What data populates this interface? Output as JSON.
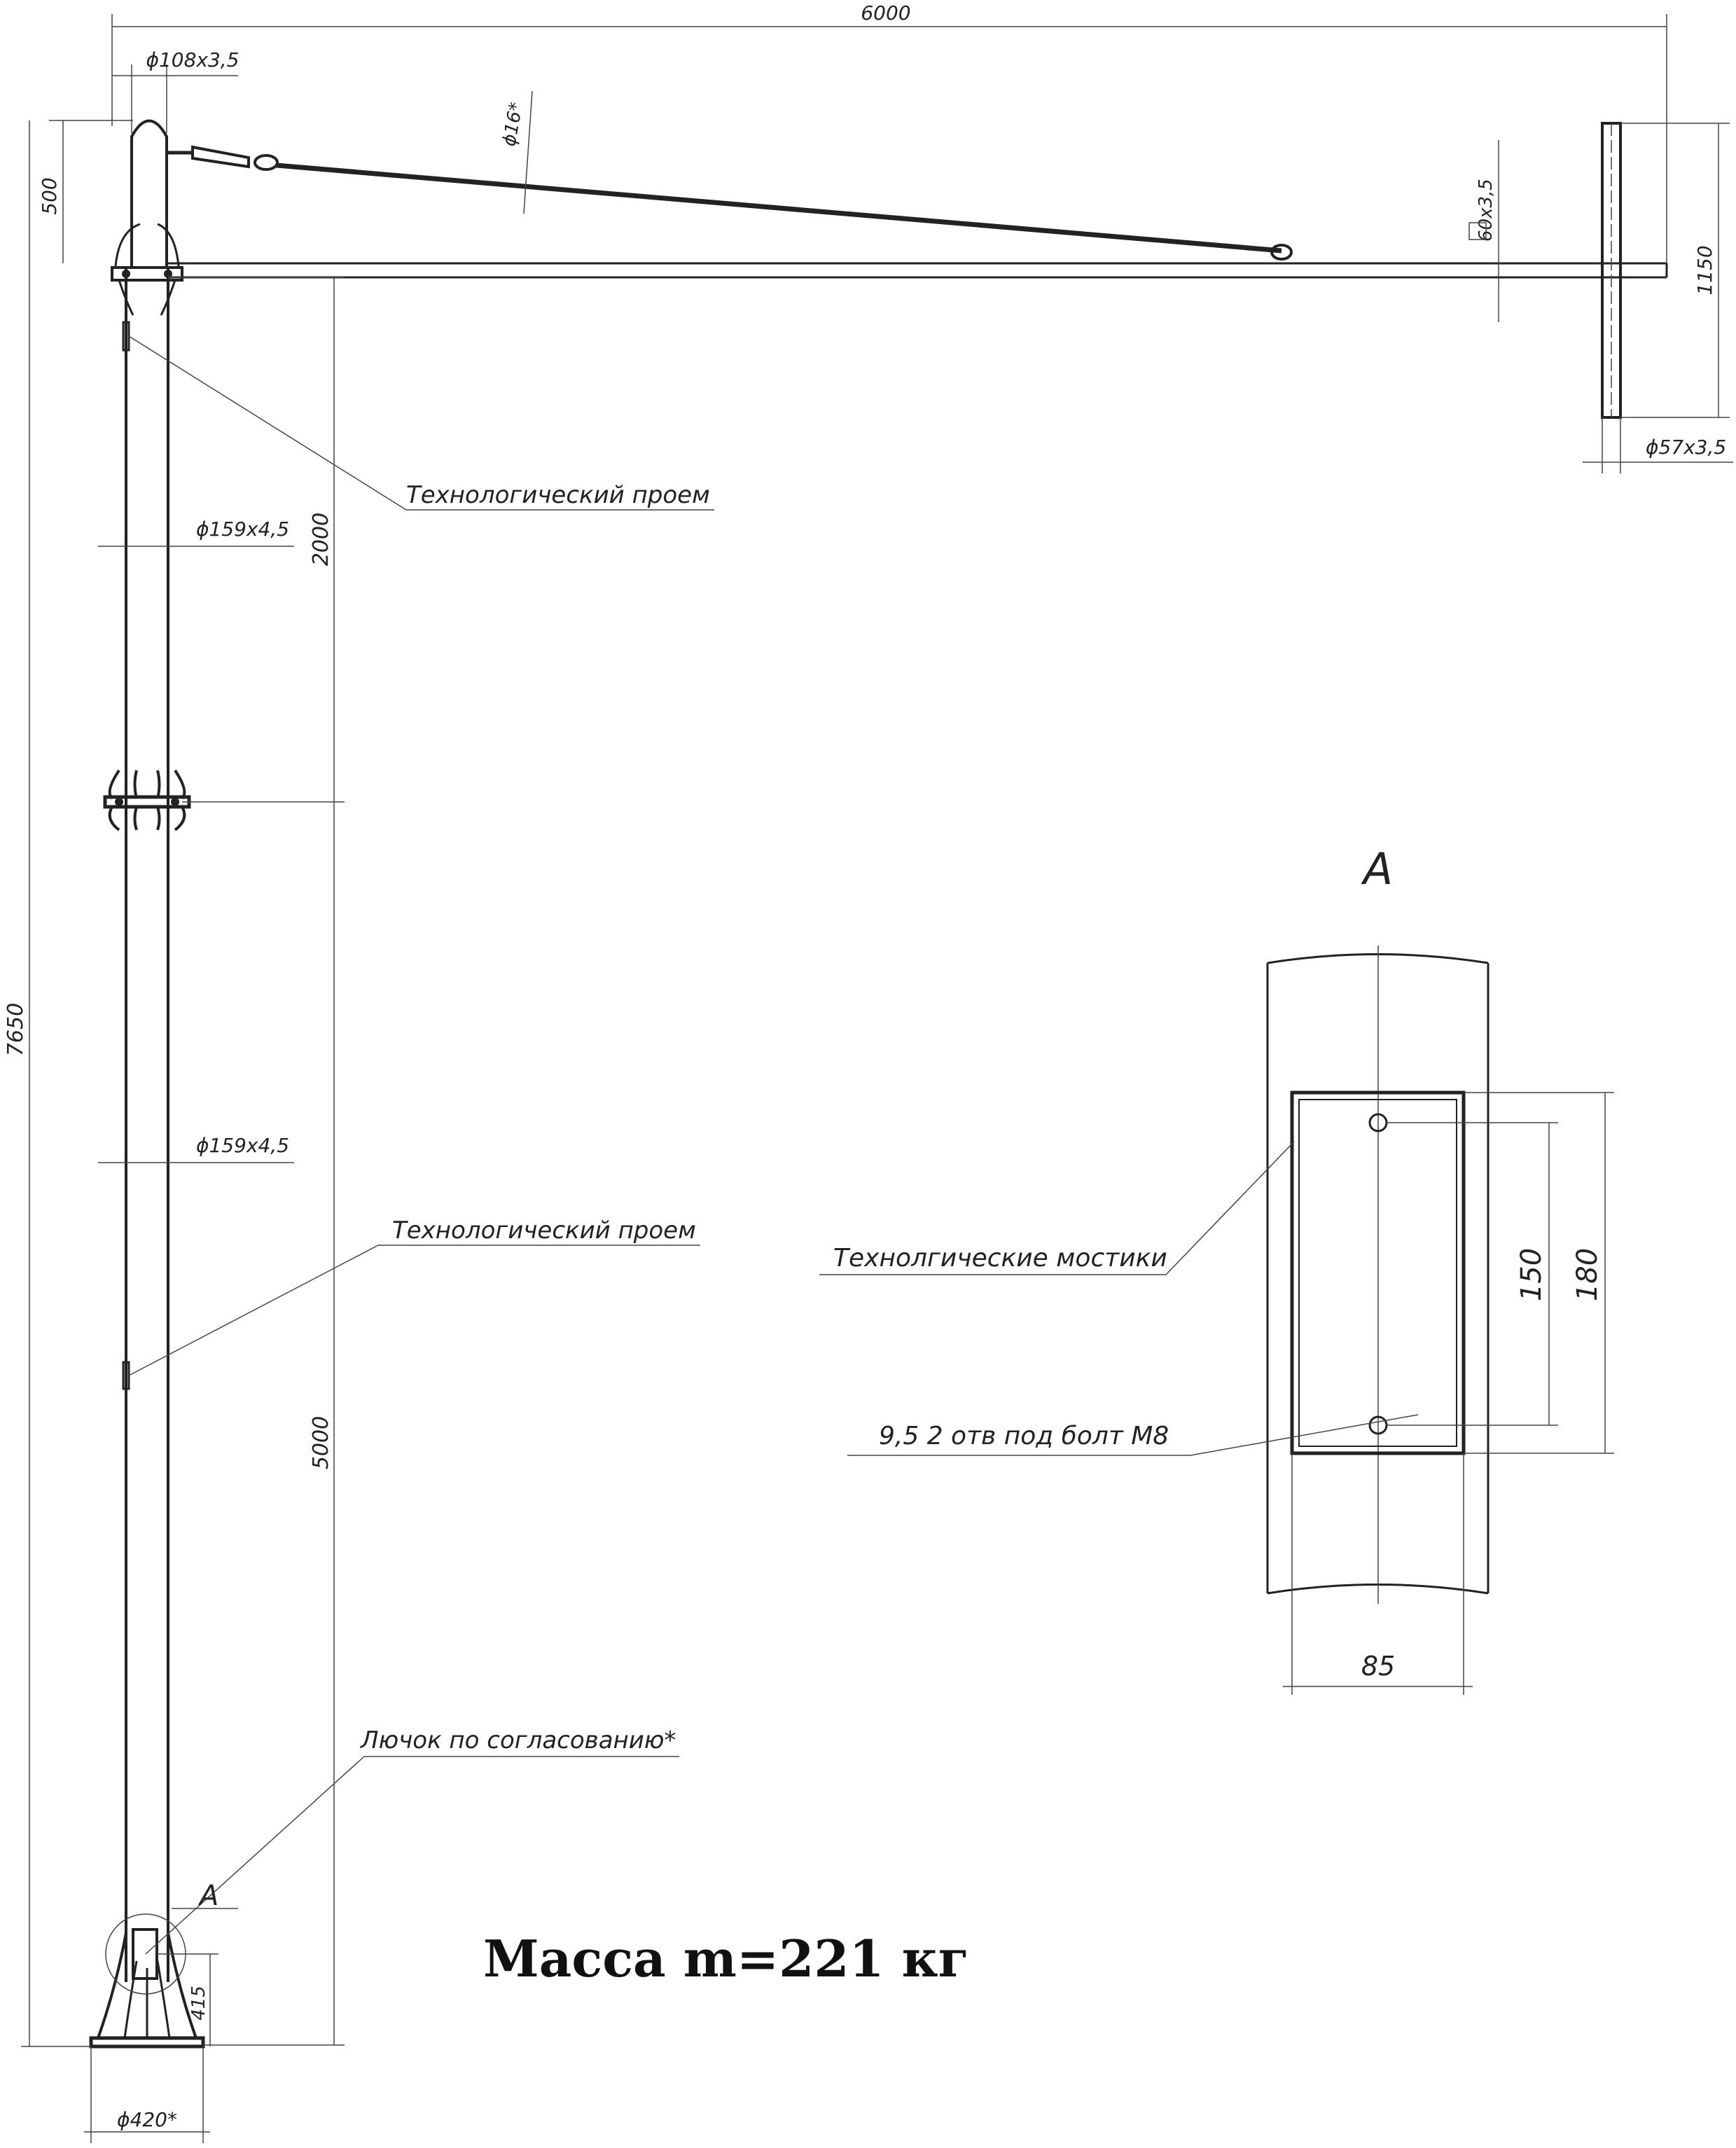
{
  "dimensions": {
    "arm_length": "6000",
    "top_tube": "ϕ108x3,5",
    "brace_rod": "ϕ16*",
    "top_height": "500",
    "total_height": "7650",
    "upper_section": "2000",
    "lower_section": "5000",
    "pole_tube_upper": "ϕ159x4,5",
    "pole_tube_lower": "ϕ159x4,5",
    "arm_profile": "60x3,5",
    "end_bracket_height": "1150",
    "end_bracket_tube": "ϕ57x3,5",
    "hatch_height": "415",
    "base_diameter": "ϕ420*"
  },
  "notes": {
    "tech_opening_1": "Технологический проем",
    "tech_opening_2": "Технологический проем",
    "hatch": "Лючок по согласованию*",
    "callout_marker": "A"
  },
  "detail_a": {
    "title": "A",
    "bridges_label": "Технолгические мостики",
    "holes_label": "9,5 2 отв под болт М8",
    "dim_150": "150",
    "dim_180": "180",
    "dim_85": "85"
  },
  "mass_label": "Масса m=221 кг"
}
